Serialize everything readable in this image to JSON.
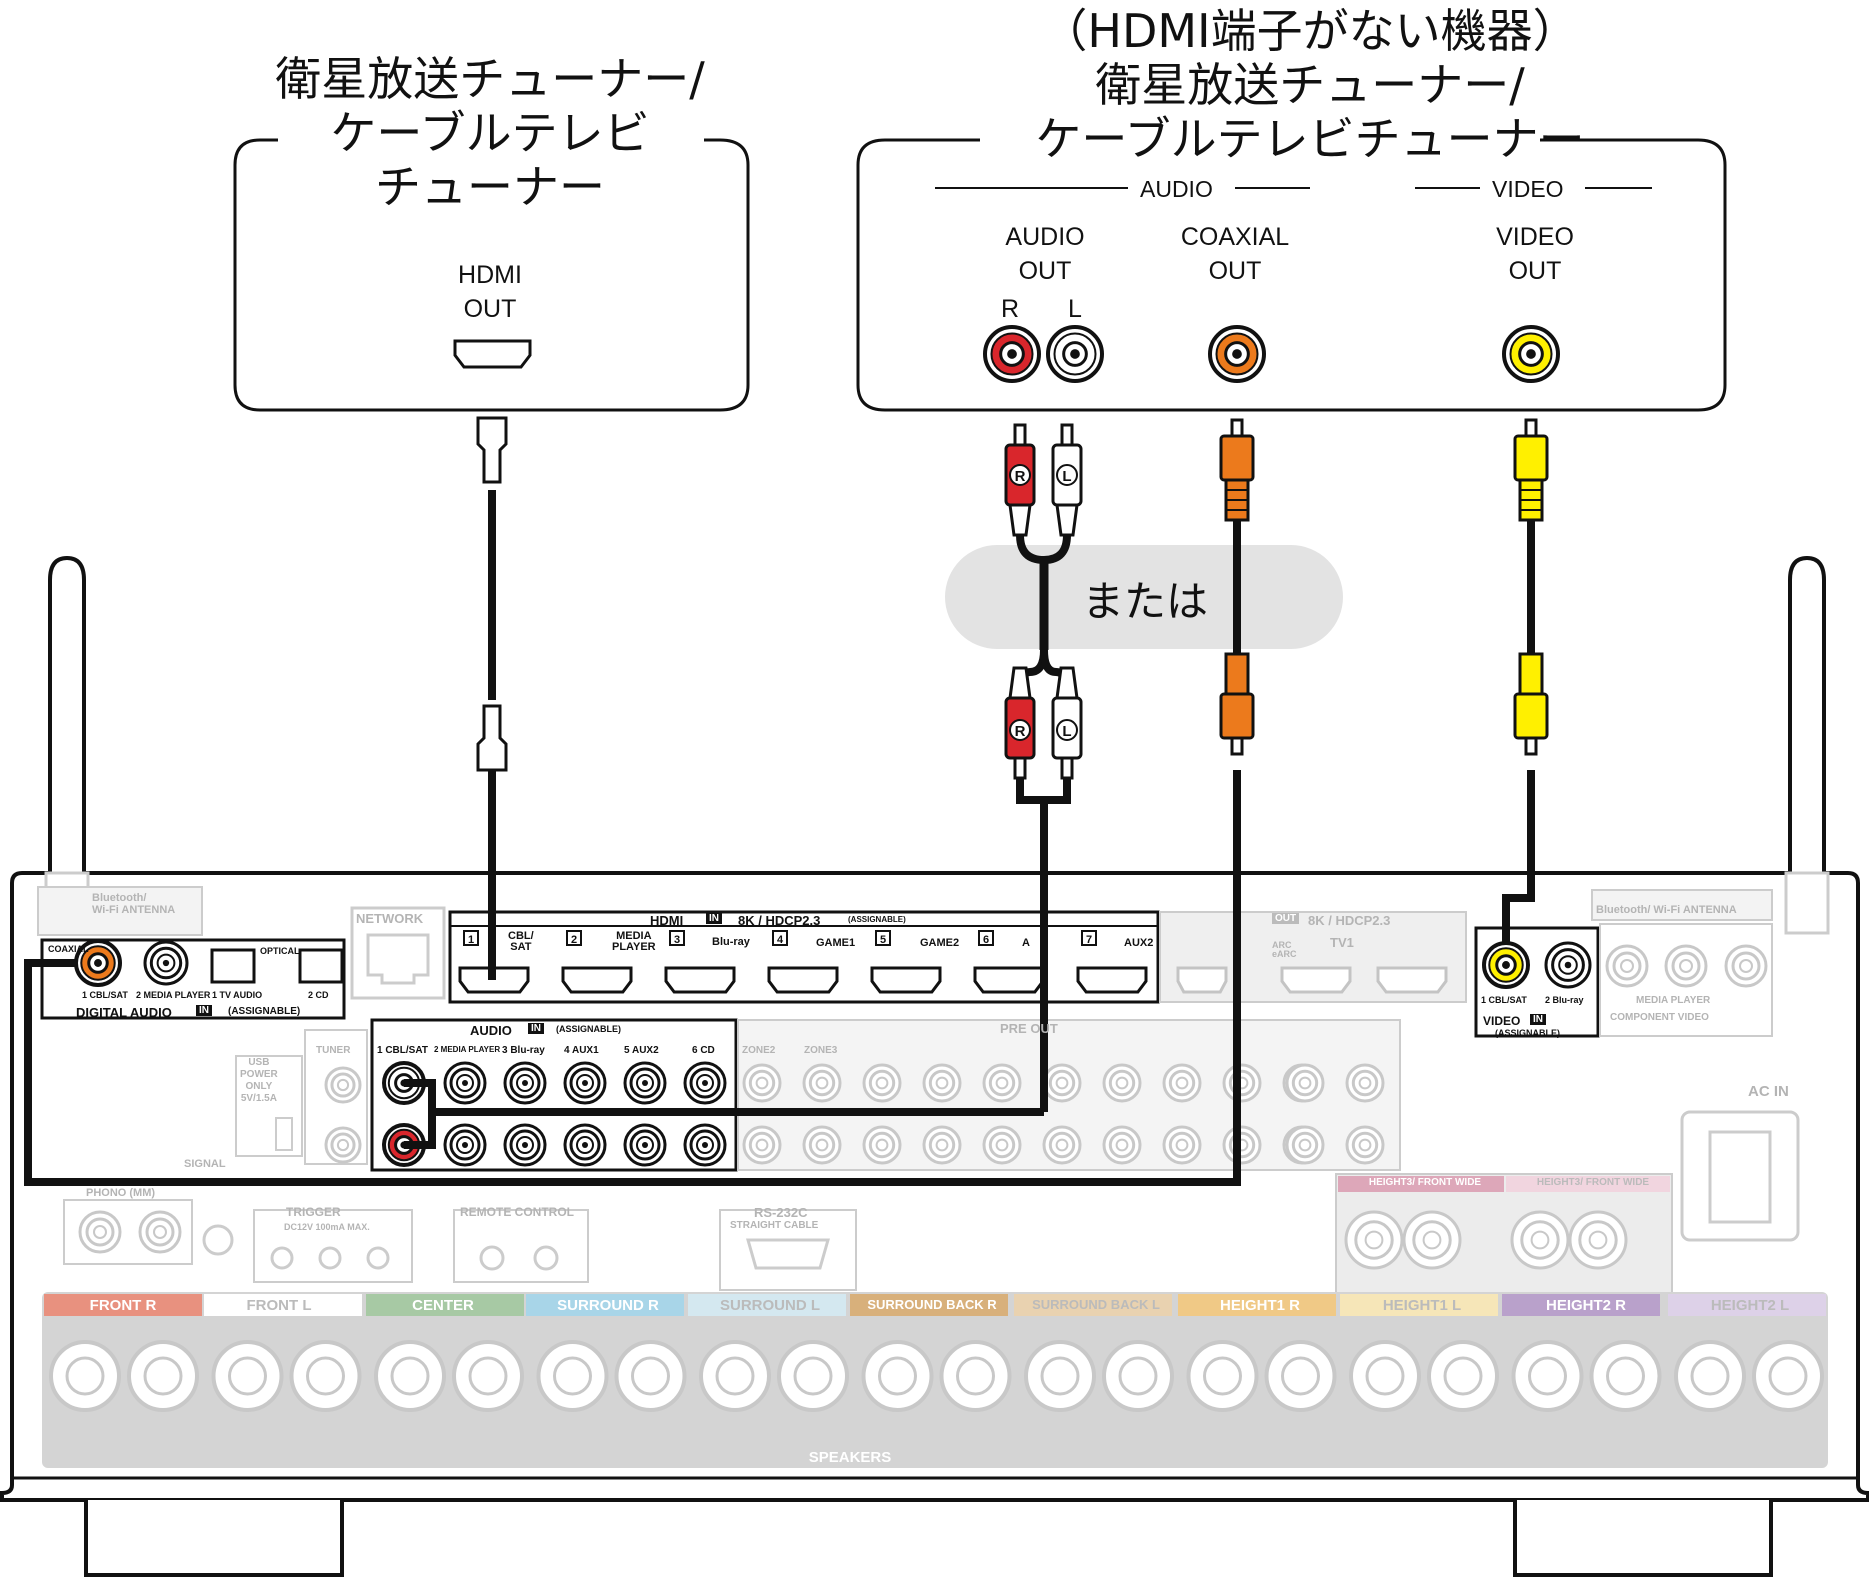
{
  "left_device": {
    "title": [
      "衛星放送チューナー/",
      "ケーブルテレビ",
      "チューナー"
    ],
    "port_label": [
      "HDMI",
      "OUT"
    ]
  },
  "right_device": {
    "note": "（HDMI端子がない機器）",
    "title": [
      "衛星放送チューナー/",
      "ケーブルテレビチューナー"
    ],
    "section_audio": "AUDIO",
    "section_video": "VIDEO",
    "audio_out": [
      "AUDIO",
      "OUT"
    ],
    "r_label": "R",
    "l_label": "L",
    "coaxial_out": [
      "COAXIAL",
      "OUT"
    ],
    "video_out": [
      "VIDEO",
      "OUT"
    ]
  },
  "or_label": "または",
  "plug_r": "R",
  "plug_l": "L",
  "receiver": {
    "bt_antenna": "Bluetooth/\nWi-Fi ANTENNA",
    "bt_antenna_right": "Bluetooth/ Wi-Fi ANTENNA",
    "network": "NETWORK",
    "digital_audio": "DIGITAL AUDIO",
    "in": "IN",
    "assignable": "(ASSIGNABLE)",
    "coaxial": "COAXIAL",
    "optical": "OPTICAL",
    "digital_inputs": [
      "1 CBL/SAT",
      "2 MEDIA PLAYER",
      "1 TV AUDIO",
      "2 CD"
    ],
    "hdmi_header": "HDMI",
    "hdcp": "8K / HDCP2.3",
    "hdmi_out": "OUT",
    "hdmi_inputs": [
      "CBL/\nSAT",
      "MEDIA\nPLAYER",
      "Blu-ray",
      "GAME1",
      "GAME2",
      "A",
      "AUX2"
    ],
    "hdmi_numbers": [
      "1",
      "2",
      "3",
      "4",
      "5",
      "6",
      "7"
    ],
    "tv1": "TV1",
    "arc": "ARC\neARC",
    "audio_in": "AUDIO",
    "audio_inputs": [
      "1 CBL/SAT",
      "2 MEDIA PLAYER",
      "3 Blu-ray",
      "4 AUX1",
      "5 AUX2",
      "6 CD"
    ],
    "preout": "PRE OUT",
    "zones": [
      "ZONE2",
      "ZONE3"
    ],
    "tuner": "TUNER",
    "usb": "USB\nPOWER\nONLY\n5V/1.5A",
    "signal": "SIGNAL",
    "phono": "PHONO (MM)",
    "trigger": "TRIGGER",
    "trigger_spec": "DC12V 100mA MAX.",
    "remote": "REMOTE CONTROL",
    "rs232c": "RS-232C",
    "straight": "STRAIGHT CABLE",
    "video_in": "VIDEO",
    "video_inputs": [
      "1 CBL/SAT",
      "2 Blu-ray"
    ],
    "component": "COMPONENT VIDEO",
    "media_player": "MEDIA PLAYER",
    "ac_in": "AC IN",
    "speakers": "SPEAKERS",
    "speaker_groups": [
      "FRONT R",
      "FRONT L",
      "CENTER",
      "SURROUND R",
      "SURROUND L",
      "SURROUND BACK R",
      "SURROUND BACK L",
      "HEIGHT1 R",
      "HEIGHT1 L",
      "HEIGHT2 R",
      "HEIGHT2 L"
    ],
    "height3": "HEIGHT3/ FRONT WIDE"
  },
  "colors": {
    "red": "#d9262c",
    "white": "#ffffff",
    "orange": "#ec7a1c",
    "yellow": "#fff000",
    "cable": "#111111",
    "or_bubble": "#e3e3e3",
    "panel_gray": "#d4d4d4"
  }
}
